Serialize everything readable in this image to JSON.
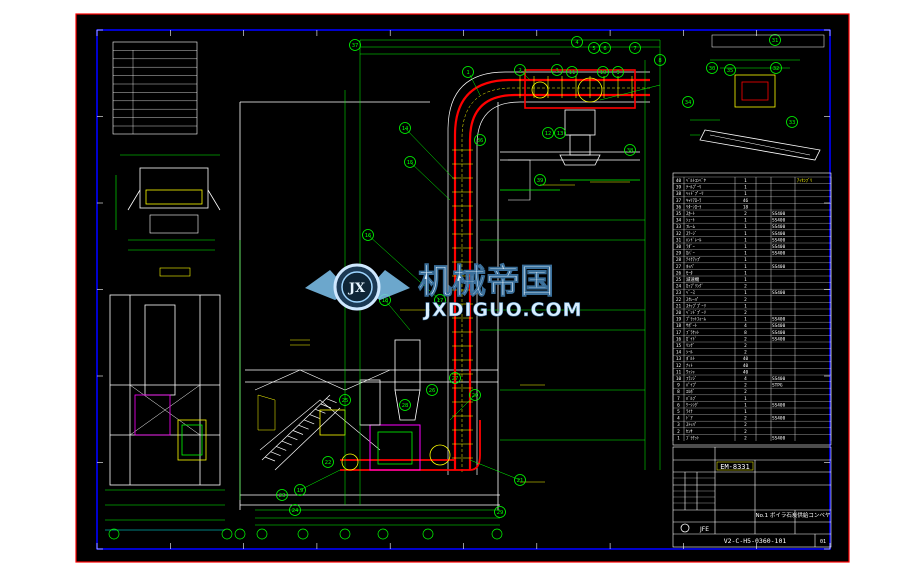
{
  "watermark": {
    "title": "机械帝国",
    "url": "JXDIGUO.COM",
    "logo_letters": "JX"
  },
  "title_block": {
    "drawing_code": "EM-8331",
    "project_title": "No.1 ボイラ石炭供給コンベヤ",
    "drawing_number": "V2-C-H5-0360-101",
    "sheet_no": "01",
    "company_mark": "JFE"
  },
  "colors": {
    "background": "#000000",
    "frame": "#0000ff",
    "outer_border": "#ff0000",
    "conveyor": "#ff0000",
    "dimension": "#00ff00",
    "structure": "#ffffff",
    "annotation": "#ffff00",
    "cyan": "#00ffff",
    "magenta": "#ff00ff",
    "watermark": "#9fd6ff"
  },
  "parts_table": {
    "rows": [
      {
        "no": "40",
        "desc": "ﾍﾞﾙﾄｺﾝﾍﾞﾔ",
        "qty": "1",
        "mat": "",
        "note": "ｱｯｾﾝﾌﾞﾘ"
      },
      {
        "no": "39",
        "desc": "ﾃｰﾙﾌﾟｰﾘ",
        "qty": "1",
        "mat": "",
        "note": ""
      },
      {
        "no": "38",
        "desc": "ﾍｯﾄﾞﾌﾟｰﾘ",
        "qty": "1",
        "mat": "",
        "note": ""
      },
      {
        "no": "37",
        "desc": "ｷｬﾘｱﾛｰﾗ",
        "qty": "46",
        "mat": "",
        "note": ""
      },
      {
        "no": "36",
        "desc": "ﾘﾀｰﾝﾛｰﾗ",
        "qty": "18",
        "mat": "",
        "note": ""
      },
      {
        "no": "35",
        "desc": "ｽｶｰﾄ",
        "qty": "2",
        "mat": "SS400",
        "note": ""
      },
      {
        "no": "34",
        "desc": "ｼｭｰﾄ",
        "qty": "1",
        "mat": "SS400",
        "note": ""
      },
      {
        "no": "33",
        "desc": "ﾌﾚｰﾑ",
        "qty": "1",
        "mat": "SS400",
        "note": ""
      },
      {
        "no": "32",
        "desc": "ｽﾃｰｼﾞ",
        "qty": "1",
        "mat": "SS400",
        "note": ""
      },
      {
        "no": "31",
        "desc": "ﾊﾝﾄﾞﾚｰﾙ",
        "qty": "1",
        "mat": "SS400",
        "note": ""
      },
      {
        "no": "30",
        "desc": "ﾗﾀﾞｰ",
        "qty": "1",
        "mat": "SS400",
        "note": ""
      },
      {
        "no": "29",
        "desc": "ｶﾊﾞｰ",
        "qty": "1",
        "mat": "SS400",
        "note": ""
      },
      {
        "no": "28",
        "desc": "ﾃｲｸｱｯﾌﾟ",
        "qty": "1",
        "mat": "",
        "note": ""
      },
      {
        "no": "27",
        "desc": "ﾎｯﾊﾟ",
        "qty": "1",
        "mat": "SS400",
        "note": ""
      },
      {
        "no": "26",
        "desc": "ﾓｰﾀ",
        "qty": "1",
        "mat": "",
        "note": ""
      },
      {
        "no": "25",
        "desc": "減速機",
        "qty": "1",
        "mat": "",
        "note": ""
      },
      {
        "no": "24",
        "desc": "ｶｯﾌﾟﾘﾝｸﾞ",
        "qty": "2",
        "mat": "",
        "note": ""
      },
      {
        "no": "23",
        "desc": "ﾍﾞｰｽ",
        "qty": "1",
        "mat": "SS400",
        "note": ""
      },
      {
        "no": "22",
        "desc": "ｽｸﾚｰﾊﾟ",
        "qty": "2",
        "mat": "",
        "note": ""
      },
      {
        "no": "21",
        "desc": "ｽﾅｯﾌﾟﾌﾟｰﾘ",
        "qty": "1",
        "mat": "",
        "note": ""
      },
      {
        "no": "20",
        "desc": "ﾍﾞﾝﾄﾞﾌﾟｰﾘ",
        "qty": "2",
        "mat": "",
        "note": ""
      },
      {
        "no": "19",
        "desc": "ﾌﾟﾗｯﾄﾌｫｰﾑ",
        "qty": "1",
        "mat": "SS400",
        "note": ""
      },
      {
        "no": "18",
        "desc": "ｻﾎﾟｰﾄ",
        "qty": "4",
        "mat": "SS400",
        "note": ""
      },
      {
        "no": "17",
        "desc": "ﾌﾞﾗｹｯﾄ",
        "qty": "8",
        "mat": "SS400",
        "note": ""
      },
      {
        "no": "16",
        "desc": "ｶﾞｲﾄﾞ",
        "qty": "2",
        "mat": "SS400",
        "note": ""
      },
      {
        "no": "15",
        "desc": "ﾘﾝｸﾞ",
        "qty": "2",
        "mat": "",
        "note": ""
      },
      {
        "no": "14",
        "desc": "ｼｰﾙ",
        "qty": "2",
        "mat": "",
        "note": ""
      },
      {
        "no": "13",
        "desc": "ﾎﾞﾙﾄ",
        "qty": "40",
        "mat": "",
        "note": ""
      },
      {
        "no": "12",
        "desc": "ﾅｯﾄ",
        "qty": "40",
        "mat": "",
        "note": ""
      },
      {
        "no": "11",
        "desc": "ﾜｯｼｬ",
        "qty": "40",
        "mat": "",
        "note": ""
      },
      {
        "no": "10",
        "desc": "ﾌﾗﾝｼﾞ",
        "qty": "4",
        "mat": "SS400",
        "note": ""
      },
      {
        "no": "9",
        "desc": "ﾊﾟｲﾌﾟ",
        "qty": "2",
        "mat": "STPG",
        "note": ""
      },
      {
        "no": "8",
        "desc": "ｴﾙﾎﾞ",
        "qty": "2",
        "mat": "",
        "note": ""
      },
      {
        "no": "7",
        "desc": "ﾊﾞﾙﾌﾞ",
        "qty": "1",
        "mat": "",
        "note": ""
      },
      {
        "no": "6",
        "desc": "ｹｰｼﾝｸﾞ",
        "qty": "1",
        "mat": "SS400",
        "note": ""
      },
      {
        "no": "5",
        "desc": "ﾗｲﾅ",
        "qty": "1",
        "mat": "",
        "note": ""
      },
      {
        "no": "4",
        "desc": "ﾄﾞｱ",
        "qty": "2",
        "mat": "SS400",
        "note": ""
      },
      {
        "no": "3",
        "desc": "ｽﾄｯﾊﾟ",
        "qty": "2",
        "mat": "",
        "note": ""
      },
      {
        "no": "2",
        "desc": "ｾﾝｻ",
        "qty": "2",
        "mat": "",
        "note": ""
      },
      {
        "no": "1",
        "desc": "ﾌﾞﾗｹｯﾄ",
        "qty": "2",
        "mat": "SS400",
        "note": ""
      }
    ]
  },
  "callouts": [
    "1",
    "2",
    "3",
    "4",
    "5",
    "6",
    "7",
    "8",
    "9",
    "10",
    "11",
    "12",
    "13",
    "14",
    "15",
    "16",
    "17",
    "18",
    "19",
    "20",
    "21",
    "22",
    "23",
    "24",
    "25",
    "26",
    "27",
    "28",
    "29",
    "30",
    "31",
    "32",
    "33",
    "34",
    "35",
    "36",
    "37",
    "38",
    "39"
  ]
}
